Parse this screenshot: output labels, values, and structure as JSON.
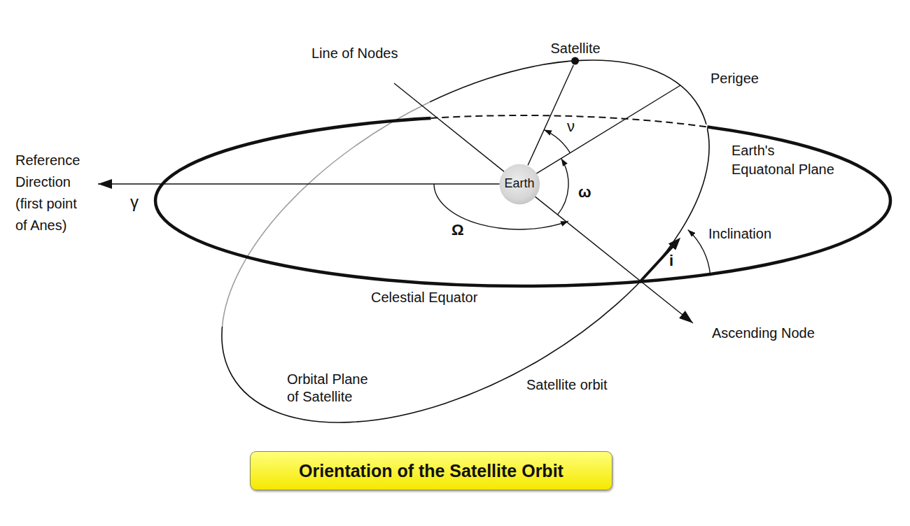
{
  "diagram": {
    "caption": "Orientation of the Satellite Orbit",
    "nodes": [
      {
        "text": [
          "Satellite"
        ]
      },
      {
        "text": [
          "Earth"
        ]
      }
    ],
    "edges": [
      {
        "from": 1,
        "to": 0,
        "arrow": "none"
      }
    ],
    "labels": [
      "Line of Nodes",
      "Perigee",
      "ν",
      "Reference Direction (first point of Anes)",
      "Earth's Equatonal Plane",
      "ω",
      "γ",
      "Ω",
      "Inclination",
      "i",
      "Celestial Equator",
      "Ascending Node",
      "Satellite orbit",
      "Orbital Plane of Satellite"
    ]
  }
}
